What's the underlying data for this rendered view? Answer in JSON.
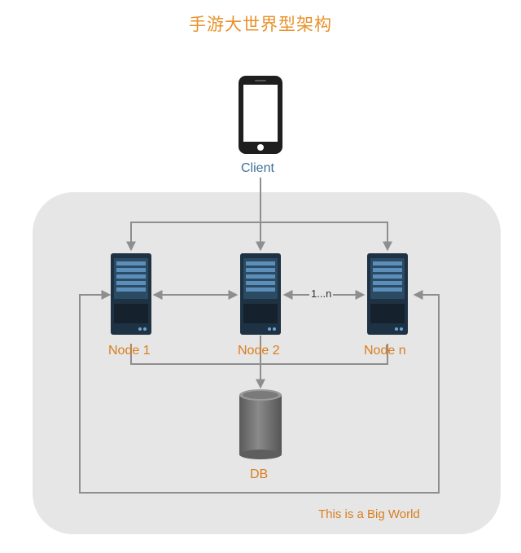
{
  "title": "手游大世界型架构",
  "client": {
    "label": "Client"
  },
  "nodes": [
    {
      "label": "Node 1"
    },
    {
      "label": "Node 2"
    },
    {
      "label": "Node n"
    }
  ],
  "range_label": "1...n",
  "db": {
    "label": "DB"
  },
  "world": {
    "label": "This is a Big World"
  },
  "colors": {
    "accent": "#e8922a",
    "panel": "#e6e6e6",
    "server": "#1f3243",
    "arrow": "#8e8e8e",
    "db": "#6b6b6b"
  }
}
